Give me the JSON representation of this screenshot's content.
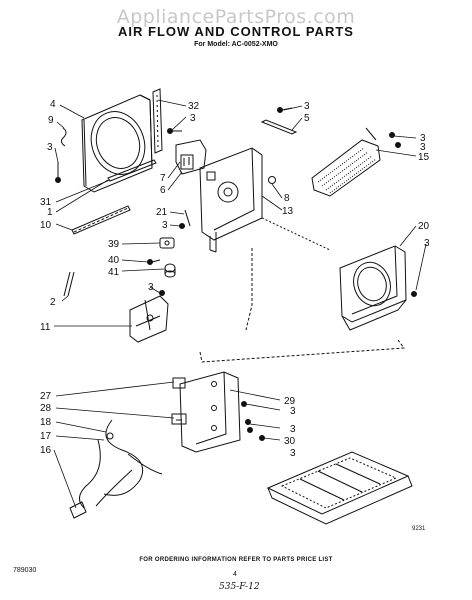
{
  "watermark": "AppliancePartsPros.com",
  "title": "AIR FLOW AND CONTROL PARTS",
  "model_line": "For Model: AC-0052-XMO",
  "footer_note": "FOR ORDERING INFORMATION REFER TO PARTS PRICE LIST",
  "doc_number": "789030",
  "page_number": "4",
  "handwritten_note": "535-F-12",
  "figure_code": "9231",
  "callouts": [
    {
      "id": "c4",
      "text": "4"
    },
    {
      "id": "c9",
      "text": "9"
    },
    {
      "id": "c3a",
      "text": "3"
    },
    {
      "id": "c31",
      "text": "31"
    },
    {
      "id": "c1",
      "text": "1"
    },
    {
      "id": "c10",
      "text": "10"
    },
    {
      "id": "c32",
      "text": "32"
    },
    {
      "id": "c3b",
      "text": "3"
    },
    {
      "id": "c7",
      "text": "7"
    },
    {
      "id": "c6",
      "text": "6"
    },
    {
      "id": "c21",
      "text": "21"
    },
    {
      "id": "c3c",
      "text": "3"
    },
    {
      "id": "c39",
      "text": "39"
    },
    {
      "id": "c40",
      "text": "40"
    },
    {
      "id": "c41",
      "text": "41"
    },
    {
      "id": "c2",
      "text": "2"
    },
    {
      "id": "c3d",
      "text": "3"
    },
    {
      "id": "c11",
      "text": "11"
    },
    {
      "id": "c3e",
      "text": "3"
    },
    {
      "id": "c5",
      "text": "5"
    },
    {
      "id": "c3f",
      "text": "3"
    },
    {
      "id": "c3g",
      "text": "3"
    },
    {
      "id": "c15",
      "text": "15"
    },
    {
      "id": "c8",
      "text": "8"
    },
    {
      "id": "c13",
      "text": "13"
    },
    {
      "id": "c20",
      "text": "20"
    },
    {
      "id": "c3h",
      "text": "3"
    },
    {
      "id": "c27",
      "text": "27"
    },
    {
      "id": "c28",
      "text": "28"
    },
    {
      "id": "c18",
      "text": "18"
    },
    {
      "id": "c17",
      "text": "17"
    },
    {
      "id": "c16",
      "text": "16"
    },
    {
      "id": "c29",
      "text": "29"
    },
    {
      "id": "c3i",
      "text": "3"
    },
    {
      "id": "c3j",
      "text": "3"
    },
    {
      "id": "c30",
      "text": "30"
    },
    {
      "id": "c3k",
      "text": "3"
    }
  ]
}
